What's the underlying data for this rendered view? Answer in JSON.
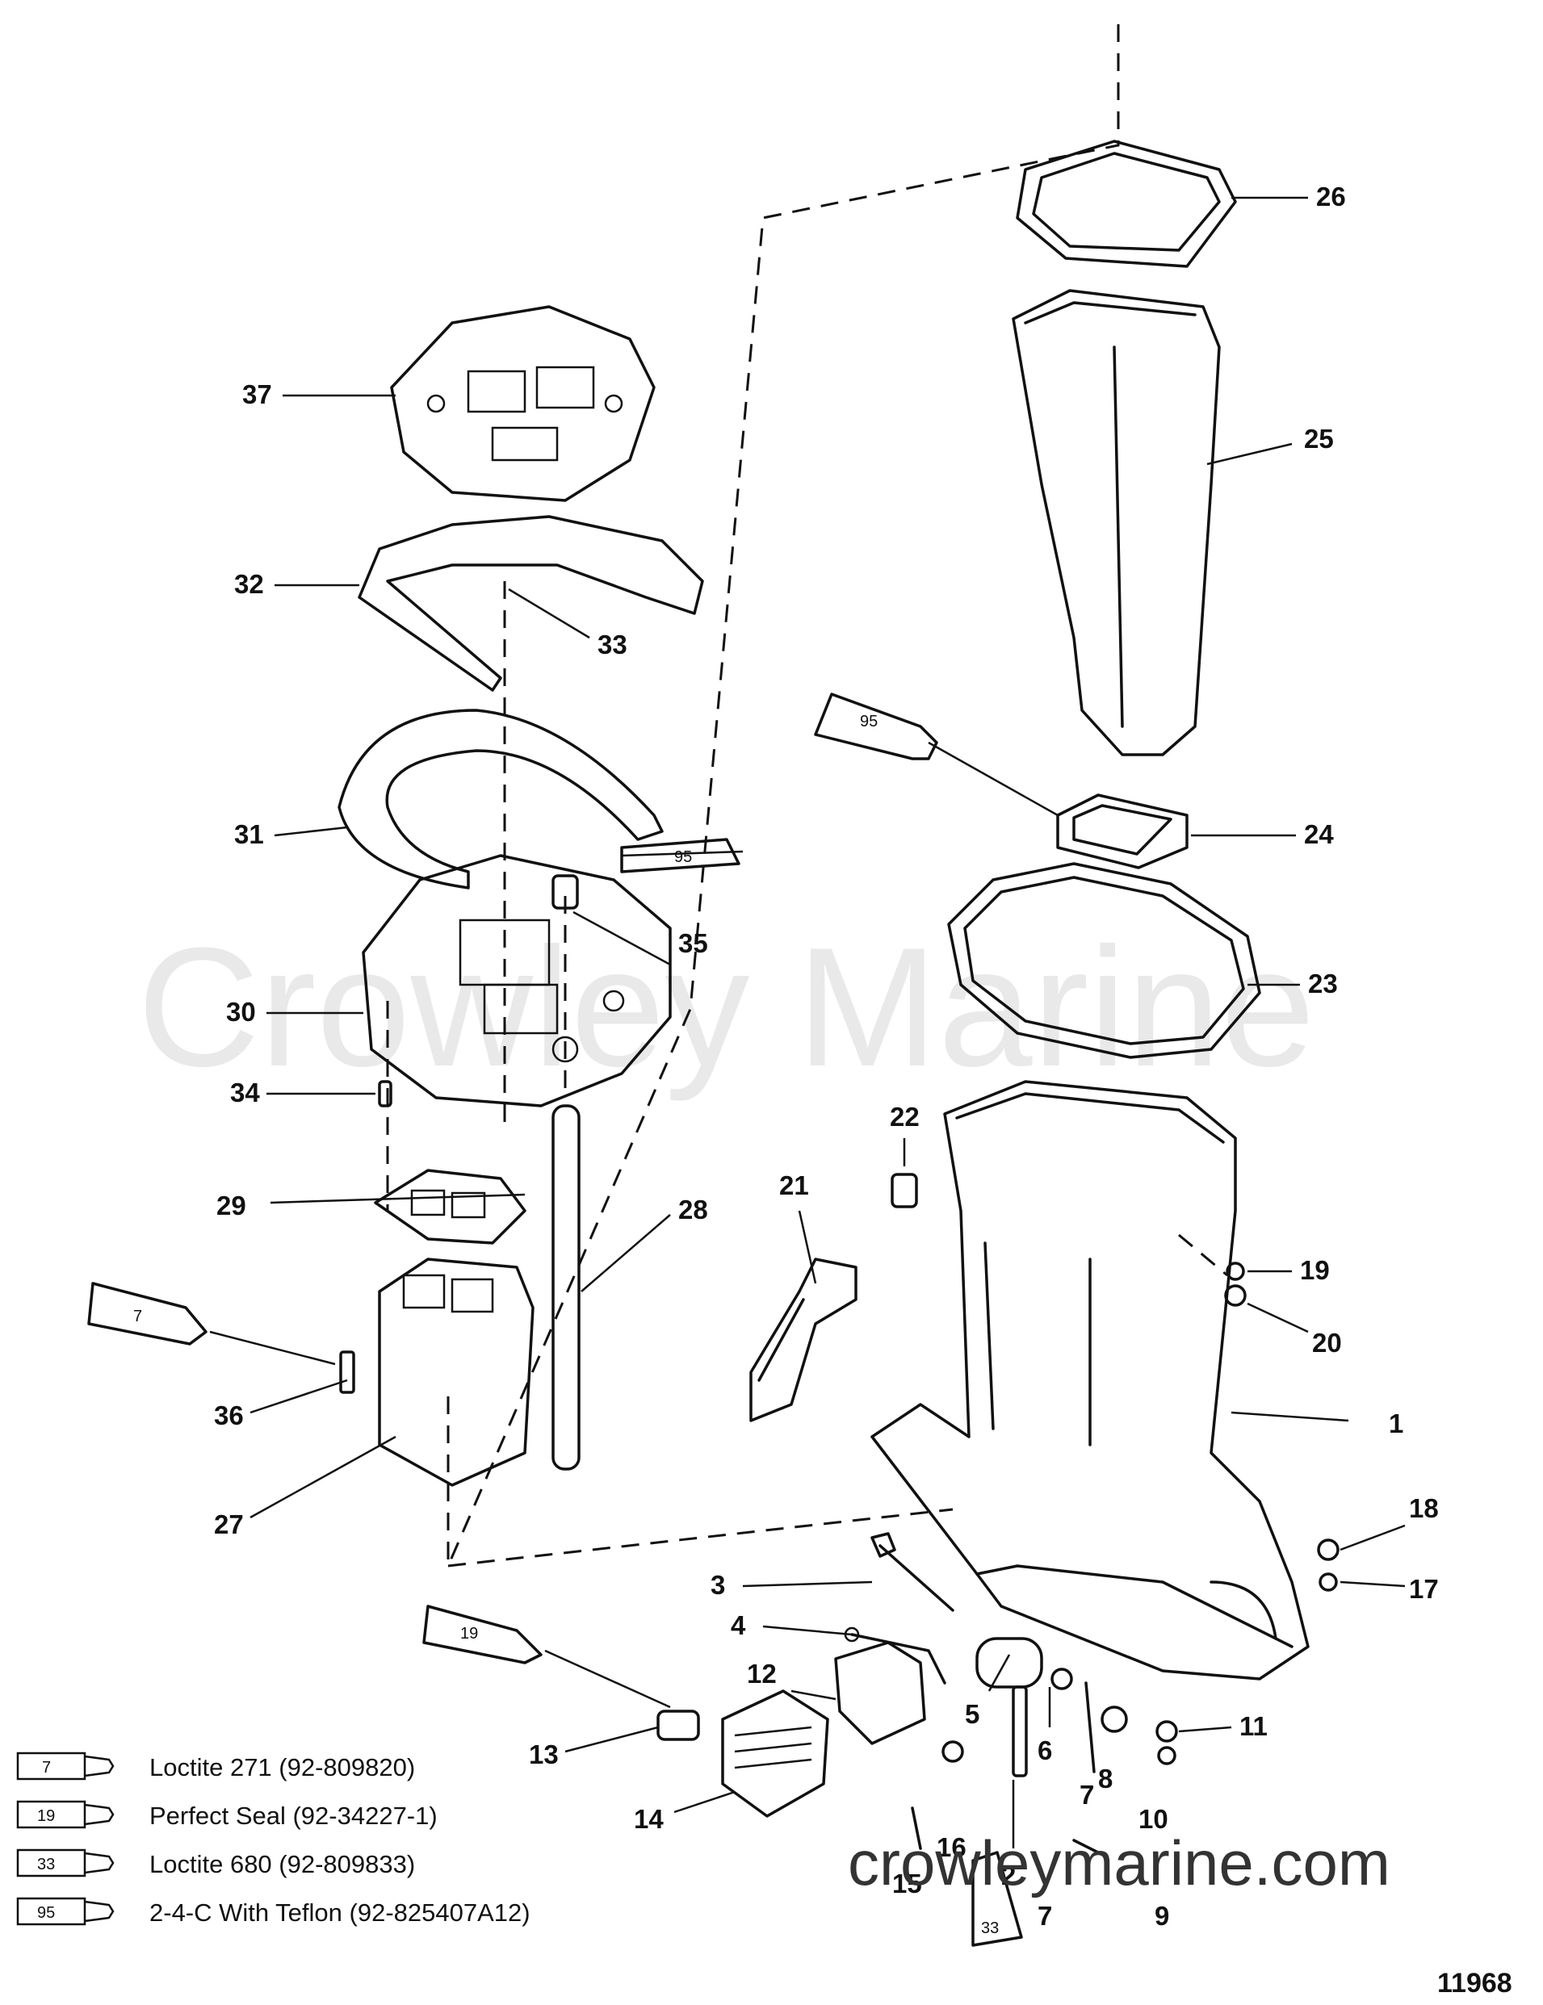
{
  "watermark": "Crowley Marine",
  "site_url": "crowleymarine.com",
  "figure_number": "11968",
  "callouts": [
    "1",
    "2",
    "3",
    "4",
    "5",
    "6",
    "7",
    "7",
    "8",
    "9",
    "10",
    "11",
    "12",
    "13",
    "14",
    "15",
    "16",
    "17",
    "18",
    "19",
    "20",
    "21",
    "22",
    "23",
    "24",
    "25",
    "26",
    "27",
    "28",
    "29",
    "30",
    "31",
    "32",
    "33",
    "34",
    "35",
    "36",
    "37"
  ],
  "tube_labels": [
    "95",
    "95",
    "7",
    "19",
    "33"
  ],
  "legend": [
    {
      "num": "7",
      "text": "Loctite 271 (92-809820)"
    },
    {
      "num": "19",
      "text": "Perfect Seal (92-34227-1)"
    },
    {
      "num": "33",
      "text": "Loctite 680 (92-809833)"
    },
    {
      "num": "95",
      "text": "2-4-C  With Teflon (92-825407A12)"
    }
  ]
}
